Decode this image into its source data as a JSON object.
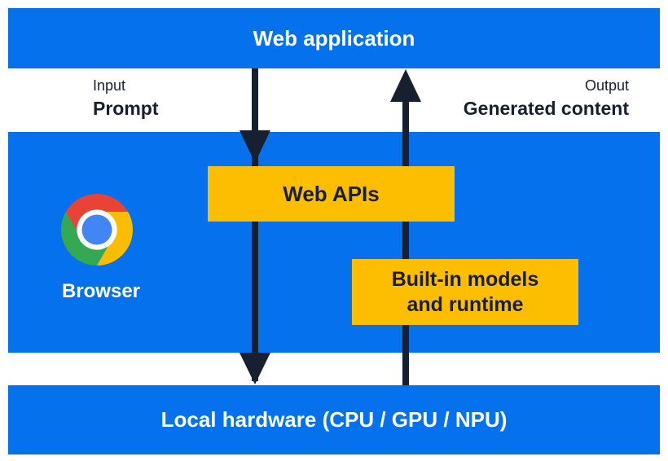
{
  "diagram": {
    "title_bar": {
      "label": "Web application"
    },
    "flow": {
      "input": {
        "caption": "Input",
        "label": "Prompt"
      },
      "output": {
        "caption": "Output",
        "label": "Generated content"
      }
    },
    "browser": {
      "label": "Browser",
      "web_apis": {
        "label": "Web APIs"
      },
      "builtin_models": {
        "line1": "Built-in models",
        "line2": "and runtime"
      }
    },
    "hardware_bar": {
      "label": "Local hardware (CPU / GPU / NPU)"
    }
  },
  "icons": {
    "chrome": "chrome-logo-icon",
    "down_arrow": "down-arrow-icon",
    "up_arrow": "up-arrow-icon"
  },
  "colors": {
    "band_blue": "#0571EC",
    "box_yellow": "#FDBD00",
    "ink_navy": "#172030",
    "text_white": "#FFFFFF",
    "chrome_red": "#E94335",
    "chrome_yellow": "#FBBC04",
    "chrome_green": "#34A853",
    "chrome_blue": "#4285F4"
  }
}
